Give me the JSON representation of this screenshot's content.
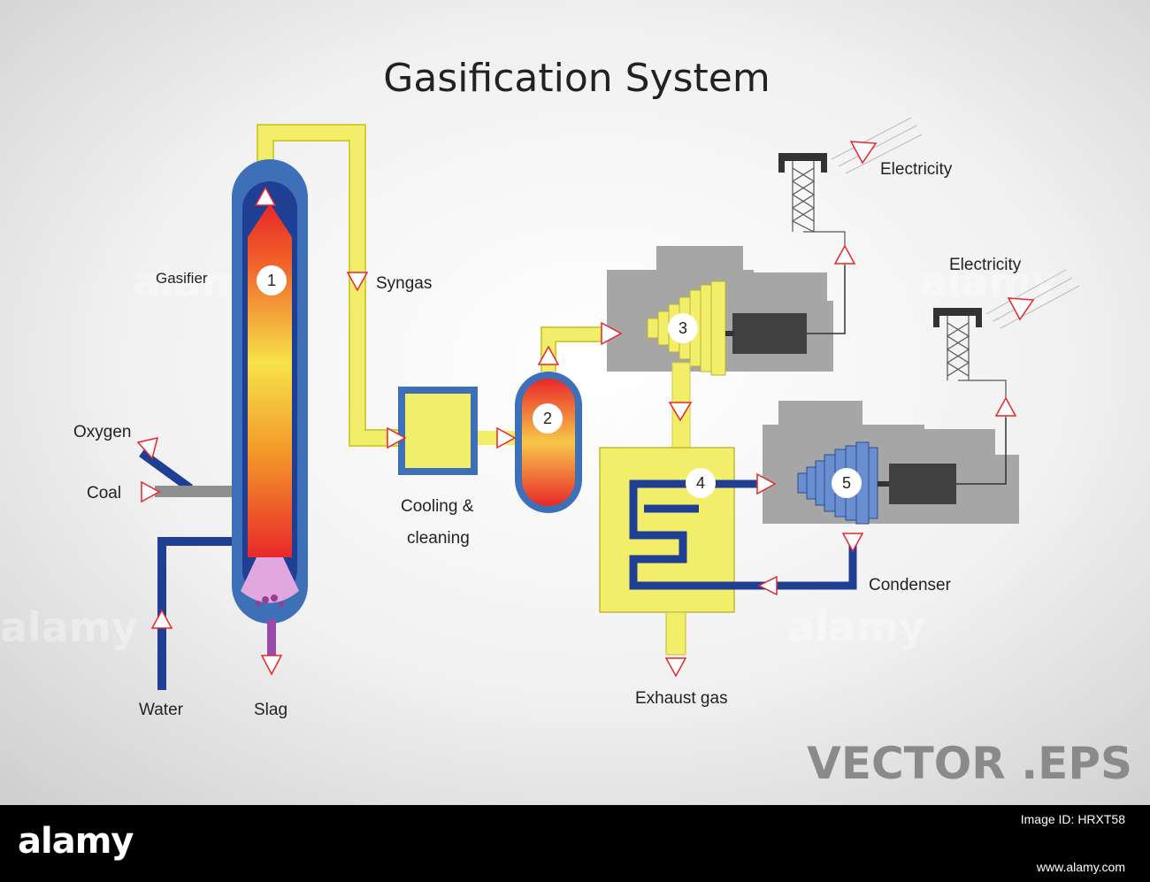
{
  "title": "Gasification System",
  "labels": {
    "gasifier": "Gasifier",
    "syngas": "Syngas",
    "oxygen": "Oxygen",
    "coal": "Coal",
    "water": "Water",
    "slag": "Slag",
    "cooling_line1": "Cooling &",
    "cooling_line2": "cleaning",
    "electricity_top": "Electricity",
    "electricity_mid": "Electricity",
    "condenser": "Condenser",
    "exhaust": "Exhaust  gas"
  },
  "stages": [
    "1",
    "2",
    "3",
    "4",
    "5"
  ],
  "badge": "VECTOR .EPS",
  "watermark": "alamy",
  "footer": {
    "logo": "alamy",
    "image_id": "Image ID: HRXT58",
    "url": "www.alamy.com"
  },
  "colors": {
    "syngas_pipe": "#f2ee6a",
    "water_steam_pipe": "#1f3f94",
    "vessel_shell": "#3e70b8",
    "turbine_housing": "#a6a6a6",
    "generator": "#404040",
    "flow_arrow_outline": "#e8262a"
  }
}
